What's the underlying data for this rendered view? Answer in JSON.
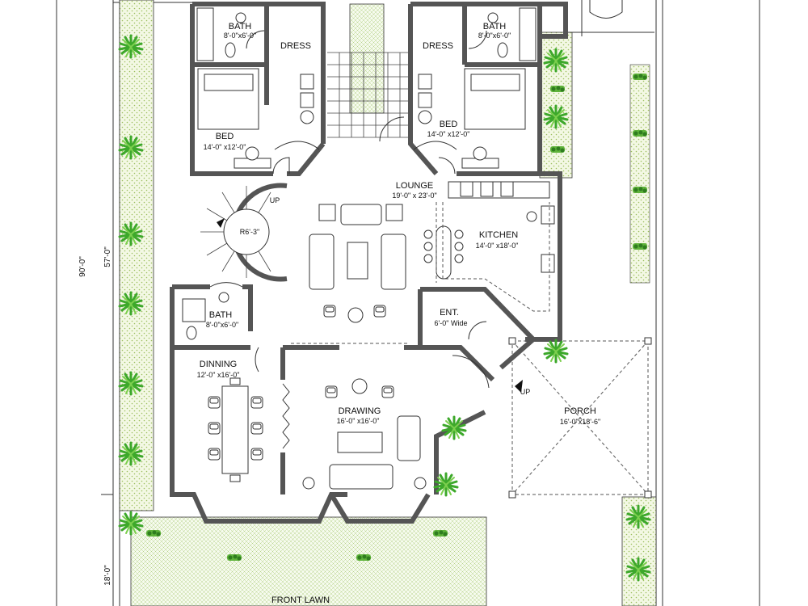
{
  "rooms": {
    "bath_left": {
      "name": "BATH",
      "size": "8'-0\"x6'-0\""
    },
    "dress_left": {
      "name": "DRESS"
    },
    "bath_right": {
      "name": "BATH",
      "size": "8'-0\"x6'-0\""
    },
    "dress_right": {
      "name": "DRESS"
    },
    "bed_left": {
      "name": "BED",
      "size": "14'-0\" x12'-0\""
    },
    "bed_right": {
      "name": "BED",
      "size": "14'-0\" x12'-0\""
    },
    "lounge": {
      "name": "LOUNGE",
      "size": "19'-0\" x 23'-0\""
    },
    "kitchen": {
      "name": "KITCHEN",
      "size": "14'-0\" x18'-0\""
    },
    "bath_lower": {
      "name": "BATH",
      "size": "8'-0\"x6'-0\""
    },
    "entrance": {
      "name": "ENT.",
      "size": "6'-0\" Wide"
    },
    "dining": {
      "name": "DINNING",
      "size": "12'-0\" x16'-0\""
    },
    "drawing": {
      "name": "DRAWING",
      "size": "16'-0\" x16'-0\""
    },
    "porch": {
      "name": "PORCH",
      "size": "16'-0\"x18'-6\""
    },
    "front_lawn": {
      "name": "FRONT LAWN"
    }
  },
  "stair": {
    "radius_label": "R6'-3\"",
    "up_label": "UP"
  },
  "porch_up_label": "UP",
  "dimensions": {
    "overall": "90'-0\"",
    "main": "57'-0\"",
    "front": "18'-0\""
  }
}
